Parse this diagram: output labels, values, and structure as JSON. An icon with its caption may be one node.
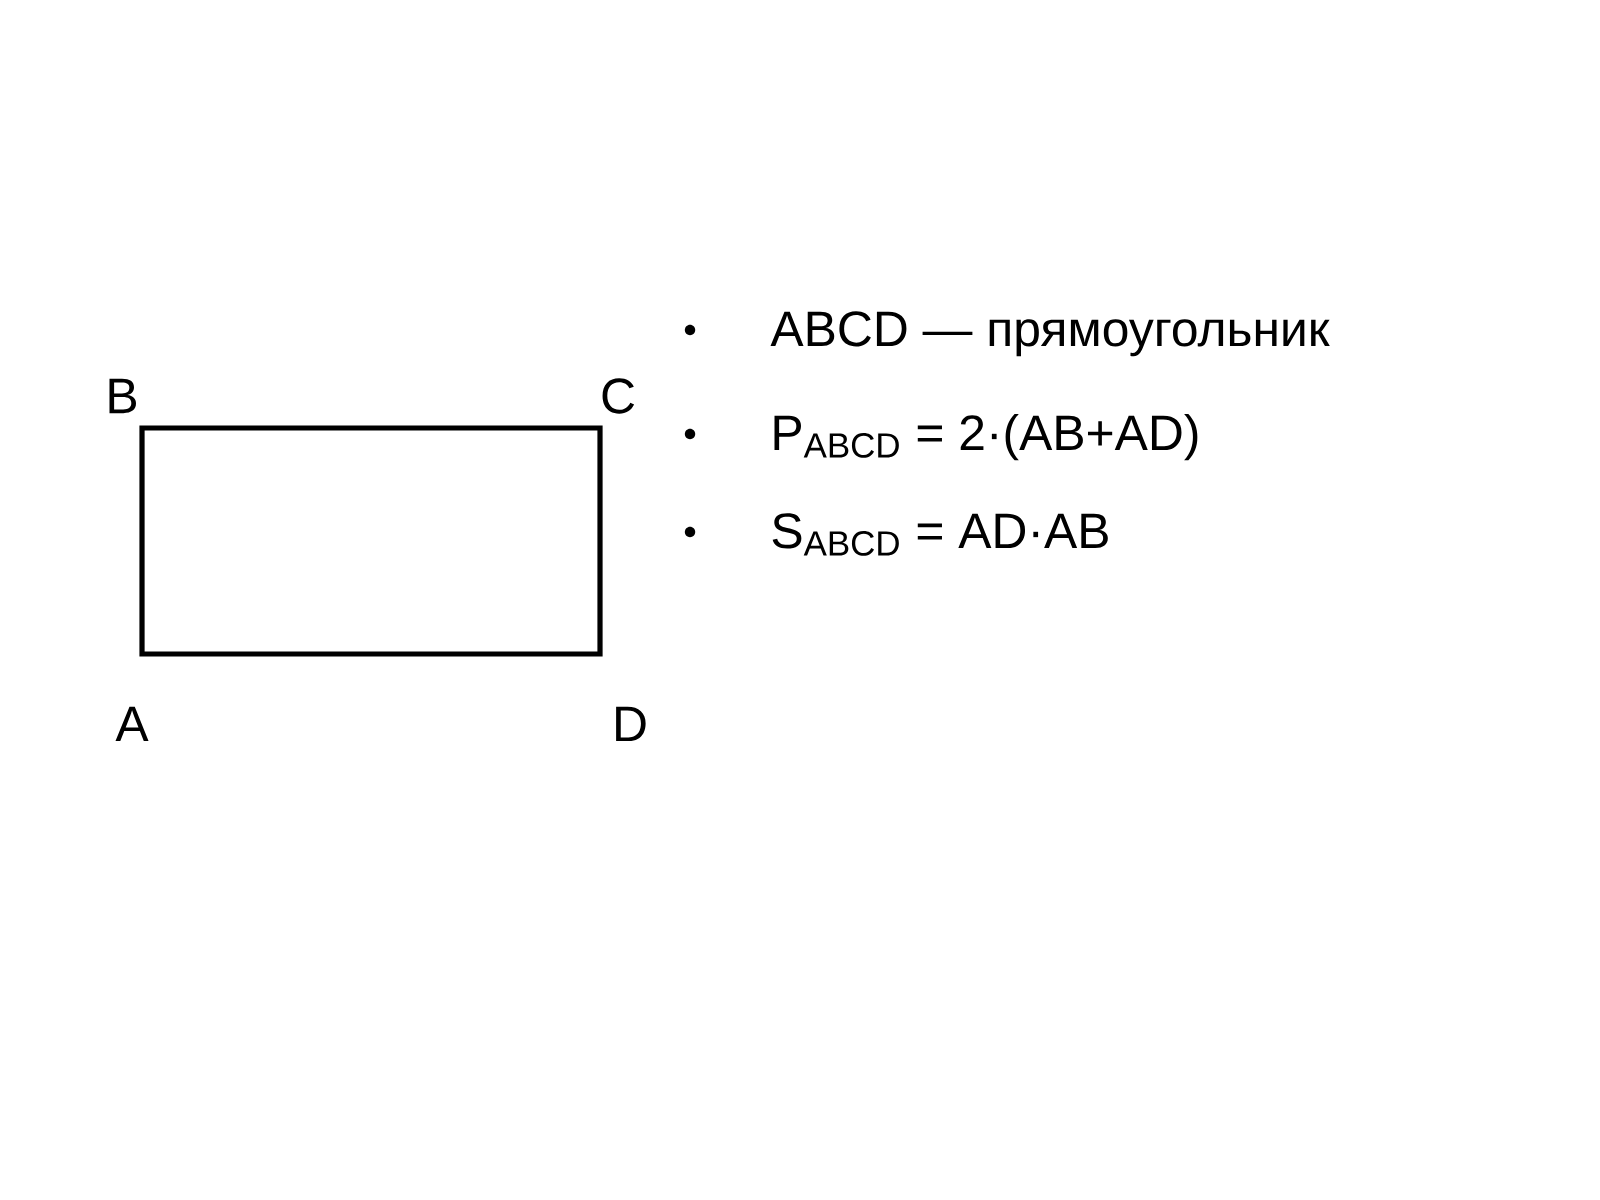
{
  "diagram": {
    "labels": [
      "B",
      "C",
      "A",
      "D",
      "ABCD — прямоугольник",
      "P$_{ABCD}$ = 2·(AB+AD)",
      "S$_{ABCD}$ = AD·AB"
    ]
  }
}
